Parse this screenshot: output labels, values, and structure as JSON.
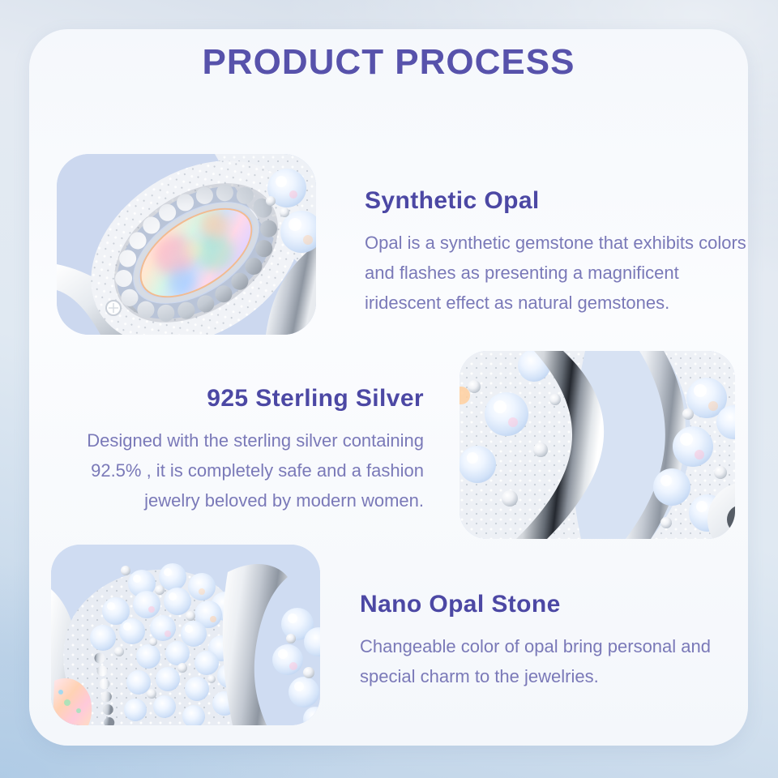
{
  "page": {
    "title": "PRODUCT PROCESS"
  },
  "sections": [
    {
      "id": "synthetic-opal",
      "heading": "Synthetic Opal",
      "body": "Opal is a synthetic gemstone that exhibits colors and flashes as presenting a magnificent iridescent effect as natural gemstones.",
      "photo": "opal-closeup-photo",
      "photo_side": "left"
    },
    {
      "id": "sterling-silver",
      "heading": "925 Sterling Silver",
      "body": "Designed with the sterling silver containing 92.5% , it is completely safe and a fashion jewelry beloved by modern women.",
      "photo": "silver-twist-photo",
      "photo_side": "right"
    },
    {
      "id": "nano-opal-stone",
      "heading": "Nano Opal Stone",
      "body": "Changeable color of opal bring personal and special charm to the jewelries.",
      "photo": "opal-pave-photo",
      "photo_side": "left"
    }
  ],
  "colors": {
    "title_purple": "#5752ab",
    "heading_purple": "#4c48a4",
    "body_purple": "#7a79b8",
    "card_background": "#f7f9fd",
    "photo_background": "#ccd8ef",
    "page_background_top": "#ccd7e5",
    "page_background_bottom": "#c4d7ea"
  }
}
